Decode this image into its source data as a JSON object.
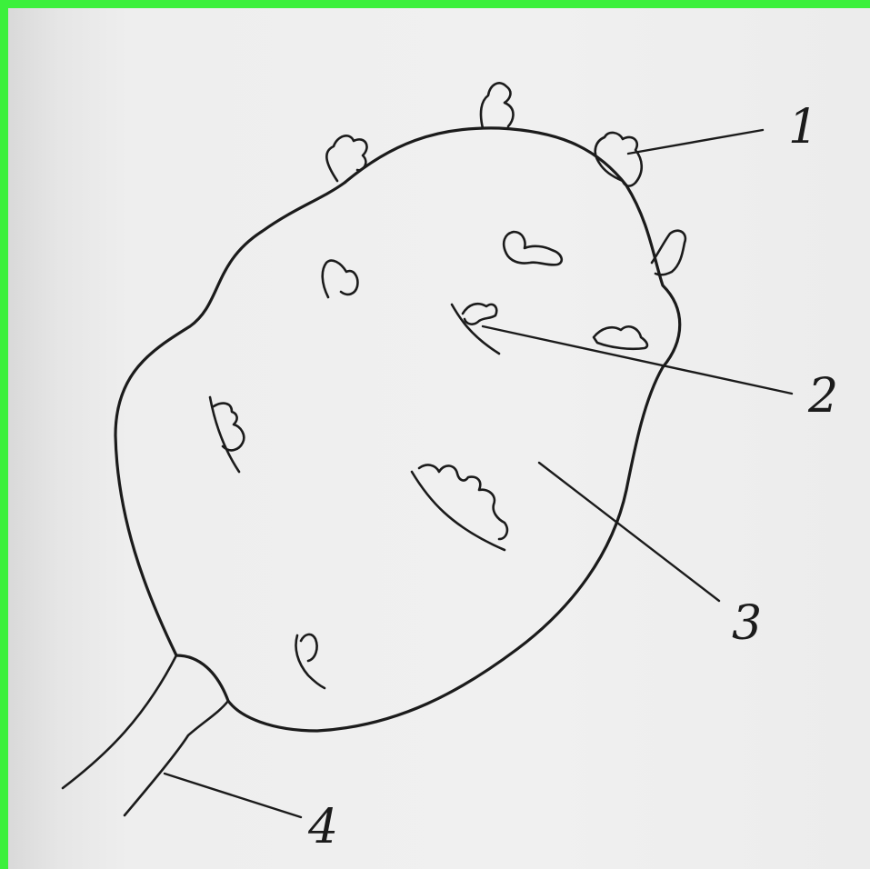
{
  "labels": [
    {
      "id": "label-1",
      "text": "1"
    },
    {
      "id": "label-2",
      "text": "2"
    },
    {
      "id": "label-3",
      "text": "3"
    },
    {
      "id": "label-4",
      "text": "4"
    }
  ],
  "colors": {
    "frame": "#3cf03c",
    "ink": "#1b1b1b",
    "paper": "#f0f0f0"
  }
}
